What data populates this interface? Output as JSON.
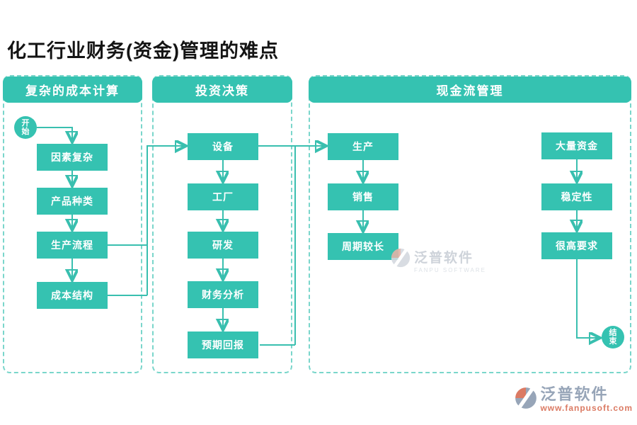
{
  "title": "化工行业财务(资金)管理的难点",
  "sections": [
    {
      "header": "复杂的成本计算",
      "start": "开始",
      "nodes": [
        "因素复杂",
        "产品种类",
        "生产流程",
        "成本结构"
      ]
    },
    {
      "header": "投资决策",
      "nodes": [
        "设备",
        "工厂",
        "研发",
        "财务分析",
        "预期回报"
      ]
    },
    {
      "header": "现金流管理",
      "left_nodes": [
        "生产",
        "销售",
        "周期较长"
      ],
      "right_nodes": [
        "大量资金",
        "稳定性",
        "很高要求"
      ],
      "end": "结束"
    }
  ],
  "watermark": {
    "brand": "泛普软件",
    "subtitle": "FANPU SOFTWARE"
  },
  "footer": {
    "brand": "泛普软件",
    "url": "www.fanpusoft.com"
  },
  "colors": {
    "node_teal": "#35C2B1",
    "dashed_border": "#7AD6CB",
    "connector": "#39BFAF",
    "node_text": "#FFFFFF",
    "title_text": "#141414",
    "watermark_gray": "#C9CFD6",
    "brand_gray": "#97A5B8",
    "brand_salmon": "#DB7A63"
  }
}
